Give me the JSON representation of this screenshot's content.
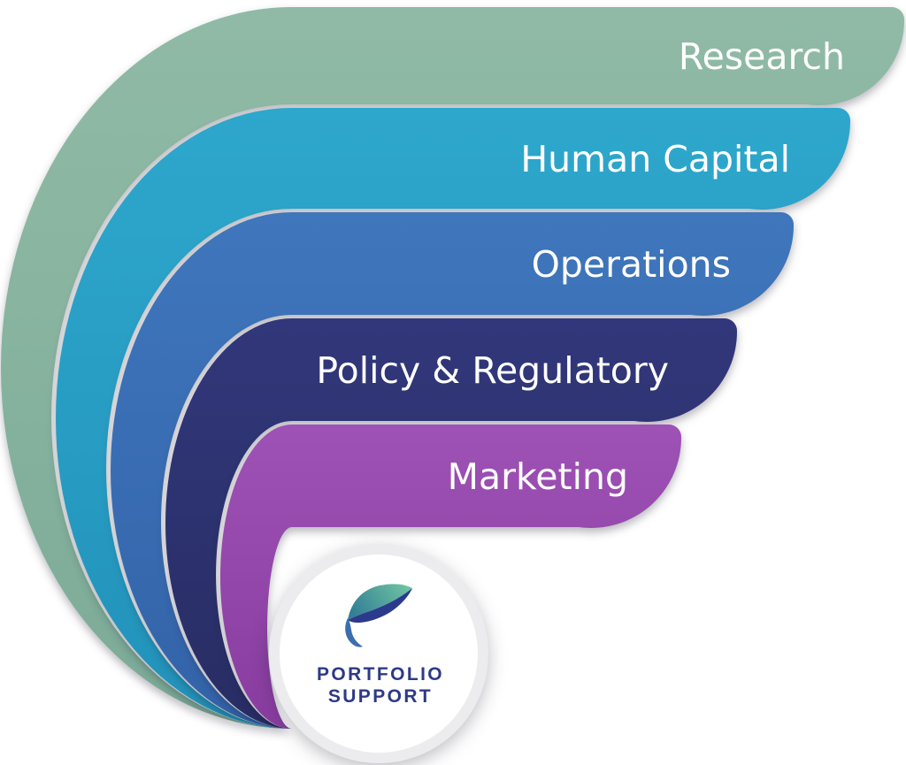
{
  "diagram": {
    "type": "curved-fan-list",
    "label_color": "#FFFFFF",
    "bands": [
      {
        "label": "Research",
        "fill_top": "#90BAA6",
        "fill_bottom": "#7CAB97"
      },
      {
        "label": "Human Capital",
        "fill_top": "#2EA7CC",
        "fill_bottom": "#2292BA"
      },
      {
        "label": "Operations",
        "fill_top": "#3F76BC",
        "fill_bottom": "#3363A9"
      },
      {
        "label": "Policy & Regulatory",
        "fill_top": "#31377A",
        "fill_bottom": "#282D64"
      },
      {
        "label": "Marketing",
        "fill_top": "#9E52B5",
        "fill_bottom": "#883C9F"
      }
    ],
    "hub": {
      "line1": "PORTFOLIO",
      "line2": "SUPPORT",
      "text_color": "#2D3A85",
      "ring_color": "#ECECEE",
      "face_color": "#FFFFFF",
      "leaf": {
        "teal_dark": "#337F96",
        "teal_light": "#6FC4A1",
        "navy": "#2C3A8C",
        "stem": "#3C6DAF"
      }
    }
  }
}
